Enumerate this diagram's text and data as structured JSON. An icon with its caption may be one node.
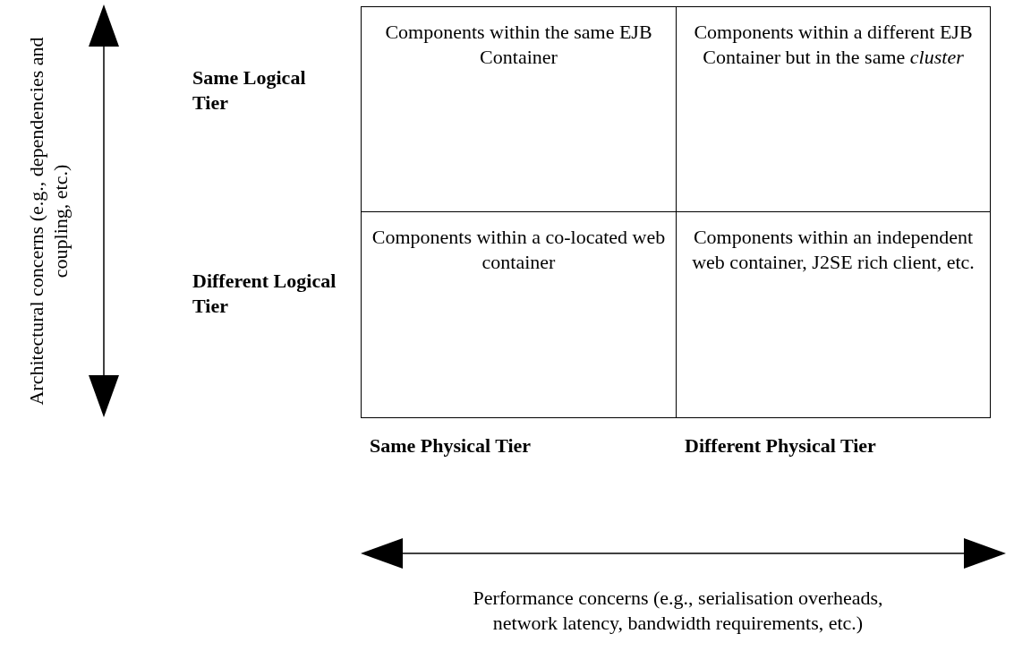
{
  "diagram": {
    "nodes": [
      {
        "text": [
          "Components within the same EJB Container"
        ]
      },
      {
        "text": [
          "Components within a different EJB Container but in the same *cluster*"
        ]
      },
      {
        "text": [
          "Components within a co-located web container"
        ]
      },
      {
        "text": [
          "Components within an independent web container, J2SE rich client, etc."
        ]
      }
    ],
    "edges": [],
    "labels": [
      "Architectural concerns (e.g., dependencies and coupling, etc.)",
      "Same Logical Tier",
      "Different Logical Tier",
      "Same Physical Tier",
      "Different Physical Tier",
      "Performance concerns (e.g., serialisation overheads, network latency, bandwidth requirements, etc.)"
    ]
  }
}
